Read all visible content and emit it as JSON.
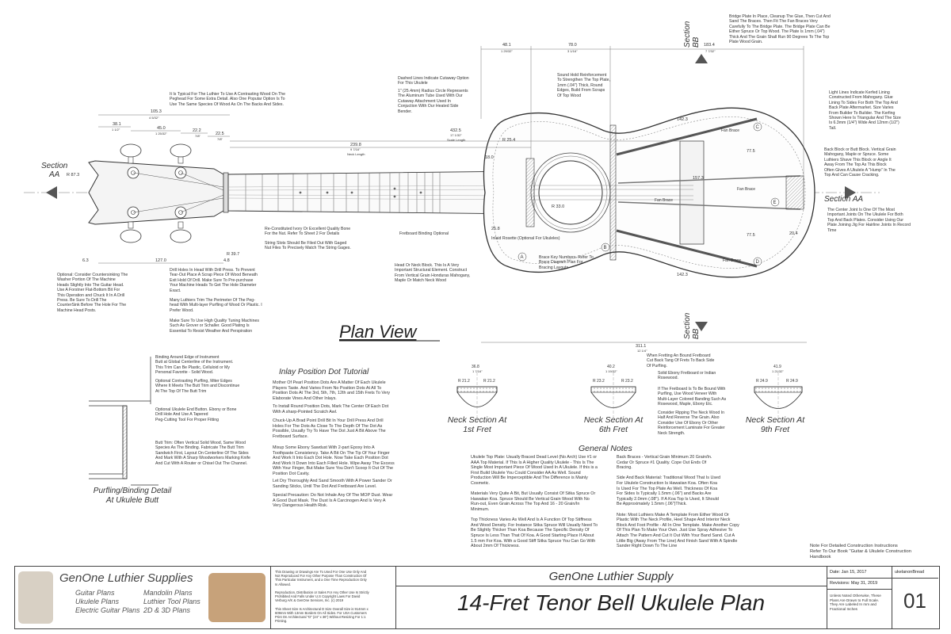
{
  "section_labels": {
    "aa": "Section\nAA",
    "bb": "Section\nBB"
  },
  "plan_view_title": "Plan View",
  "dimensions": {
    "d48_1": "48.1",
    "d48_1_in": "1 29/32\"",
    "d78_0": "78.0",
    "d78_0_in": "3 1/16\"",
    "d183_4": "183.4",
    "d183_4_in": "7 7/32\"",
    "d105_3": "105.3",
    "d105_3_in": "4 5/32\"",
    "d38_1": "38.1",
    "d38_1_in": "1 1/2\"",
    "d45_0": "45.0",
    "d45_0_in": "1 25/32\"",
    "d22_2": "22.2",
    "d22_2_in": "7/8\"",
    "d22_5": "22.5",
    "d22_5_in": "7/8\"",
    "d239_8": "239.8",
    "d239_8_in": "9 7/16\"",
    "neck_length": "Neck Length",
    "d432_5": "432.5",
    "d432_5_in": "17 1/32\"",
    "scale_length": "Scale Length",
    "r25_4": "R 25.4",
    "r87_3": "R 87.3",
    "r39_7": "R 39.7",
    "r33_0": "R 33.0",
    "d6_3": "6.3",
    "d127_0": "127.0",
    "d4_8": "4.8",
    "d142_3": "142.3",
    "d77_5": "77.5",
    "d157_3": "157.3",
    "d20_4": "20.4",
    "d25_8": "25.8",
    "d18_0": "18.0",
    "d311_1": "311.1",
    "d311_1_in": "12 1/4\"",
    "fan_brace": "Fan Brace"
  },
  "notes": {
    "headstock_wood": "It Is Typical For The Luthier To Use A Contrasting Wood On The\nPeghead For Some Extra Detail. Also One Popular Option Is To\nUse The Same Species Of Wood As On The Backs And Sides.",
    "cutaway": "Dashed Lines Indicate Cutaway Option\nFor This Ukulele",
    "radius_circle": "1\" (25.4mm) Radius Circle Represents\nThe Aluminum Tube Used With Our\nCutaway Attachment Used In\nConjuction With Our Heated Side\nBender.",
    "sound_hole": "Sound Hold Reinforcement\nTo Strengthen The Top Plate,\n1mm (.04\") Thick, Round\nEdges, Build From Scraps\nOf Top Wood",
    "bridge_plate": "Bridge Plate In Place, Cleanup The Glue, Then Cut And\nSand The Braces. Then Fit The Fan Braces Very\nCarefully To The Bridge Plate. The Bridge Plate Can Be\nEither Spruce Or Top Wood. The Plate Is 1mm (.04\")\nThick And The Grain Shall Run 90 Degrees To The Top\nPlate Wood Grain.",
    "kerfed_lining": "Light Lines Indicate Kerfed Lining\nConstructed From Mahogany. Glue\nLining To Sides For Both The Top And\nBack Plate Aftermarket. Size Varies\nFrom Builder To Builder. The Kerfing\nShown Here Is Triangular And The Size\nIs 6.3mm (1/4\") Wide And 12mm (1/2\")\nTall.",
    "back_block": "Back Block or Butt Block. Vertical Grain\nMahogany, Maple or Spruce. Some\nLuthiers Shave This Block or Angle It\nAway From The Top As This Block\nOften Gives A Ukulele A \"Hump\" In The\nTop And Can Cause Cracking.",
    "center_joint": "The Center Joint Is One Of The Most\nImportant Joints On The Ukulele For Both\nTop And Back Plates. Consider Using Our\nPlate Joining Jig For Hairline Joints In Record\nTime",
    "countersink": "Optional: Consider Countersinking The\nWasher Portion Of The Machine\nHeads Slightly Into The Guitar Head.\nUse A Forstner Flat-Bottom Bit For\nThis Operation and Chuck It In A Drill\nPress. Be Sure To Drill The\nCounterSink Before The Hole For The\nMachine Head Posts.",
    "drill_holes": "Drill Holes In Head With Drill Press. To Prevent\nTear-Out Place A Scrap Piece Of Wood Beneath\nExit Hold Of Drill. Make Sure To Pre-purchase\nYour Machine Heads To Get The Hole Diameter\nExact.",
    "trim_perimeter": "Many Luthiers Trim The Perimeter Of The Peg-\nhead With Multi-layer Purfling of Wood Or Plastic. I\nPrefer Wood.",
    "tuning_machines": "Make Sure To Use High Quality Tuning Machines\nSuch As Grover or Schaller. Good Plating Is\nEssential To Resist Weather And Perspiration",
    "nut_bone": "Re-Constituted Ivory Or Excellent Quality Bone\nFor the Nut. Refer To Sheet 2 For Details",
    "string_slots": "String Slots Should Be Filed Out With Gaged\nNut Files To Precisely Match The String Gages.",
    "fretboard_binding": "Fretboard Binding Optional",
    "inlaid_rosette": "Inlaid Rosette (Optional For Ukuleles)",
    "neck_block": "Head Or Neck Block. This Is A Very\nImportant Structural Element. Construct\nFrom Vertical Grain Honduras Mahogany,\nMaple Or Match Neck Wood",
    "brace_key": "Brace Key Numbers. Refer To\nBrace Diagram Plan For\nBracing Layouts",
    "binding_edge": "Binding Around Edge of Instrument\nButt at Global Centerline of the Instrument.\nThis Trim Can Be Plastic, Celluloid or My\nPersonal Favorite - Solid Wood.",
    "purfling_strip": "Optional Contrasting Purfling, Miter Edges\nWhere It Meets The Butt Trim and Discontinue\nAt The Top Of The Butt Trim",
    "end_button": "Optional Ukulele End Button. Ebony or Bone\nDrill Hole And Use A Tapered\nPeg-Cutting Tool For Proper Fitting",
    "butt_trim": "Butt Trim: Often Vertical Solid Wood, Same Wood\nSpecies As The Binding. Fabricate The Butt Trim\nSandwich First, Layout On Centerline Of The Sides\nAnd Mark With A Sharp Woodworkers Marking Knife\nAnd Cut With A Router or Chisel Out The Channel.",
    "fretting_note": "When Fretting An Bound Fretboard\nCut Back Tang Of Frets To Back Side\nOf Purfling.",
    "ebony_fretboard": "Solid Ebony Fretboard or Indian\nRosewood.",
    "bound_purfling": "If The Fretboard Is To Be Bound With\nPurfling, Use Wood Veneer With\nMulti-Layer Colored Banding Such As\nRosewood, Maple, Ebony Etc.",
    "ripping_neck": "Consider Ripping The Neck Wood In\nHalf And Reverse The Grain. Also\nConsider Use Of Ebony Or Other\nReinforcement Laminate For Greater\nNeck Strength.",
    "detailed_construction": "Note For Detailed Construction Instructions\nRefer To Our Book \"Guitar & Ukulele Construction\nHandbook"
  },
  "inlay": {
    "title": "Inlay Position Dot Tutorial",
    "p1": "Mother Of Pearl Position Dots Are A Matter Of Each Ukulele\nPlayers Taste. And Varies From No Position Dots At All To\nPosition Dots At The 3rd, 5th, 7th, 12th and 15th Frets To Very\nElaborate Vines And Other Inlays.",
    "p2": "To Install Round Position Dots, Mark The Center Of Each Dot\nWith A sharp-Pointed Scratch Awl.",
    "p3": "Chuck-Up A Brad Point Drill Bit In Your Drill Press And Drill\nHoles For The Dots As Close To The Depth Of The Dot As\nPossible, Usually Try To Have The Dot Just A Bit Above The\nFretboard Surface.",
    "p4": "Mixup Some Ebony Sawdust With 2-part Epoxy Into A\nToothpaste Consistency. Take A Bit On The Tip Of Your Finger\nAnd Work It Into Each Dot Hole. Now Take Each Position Dot\nAnd Work It Down Into Each Filled Hole. Wipe Away The Excess\nWith Your Finger, But Make Sure You Don't Scoop It Out Of The\nPosition Dot Cavity.",
    "p5": "Let Dry Thoroughly And Sand Smooth With A Power Sander Or\nSanding Sticks, Until The Dot And Fretboard Are Level.",
    "p6": "Special Precaution: Do Not Inhale Any Of The MOP Dust. Wear\nA Good Dust Mask. The Dust Is A Carcinogen And Is Very A\nVery Dangerous Health Risk."
  },
  "neck_sections": [
    {
      "title": "Neck Section At\n1st Fret",
      "width": "36.8",
      "width_in": "1 7/16\"",
      "r_left": "R 21.2",
      "r_right": "R 21.2"
    },
    {
      "title": "Neck Section At\n6th Fret",
      "width": "40.2",
      "width_in": "1 19/32\"",
      "r_left": "R 23.2",
      "r_right": "R 23.2"
    },
    {
      "title": "Neck Section At\n9th Fret",
      "width": "41.9",
      "width_in": "1 21/32\"",
      "r_left": "R 24.9",
      "r_right": "R 24.9"
    }
  ],
  "purfling_detail_title": "Purfling/Binding Detail\nAt Ukulele Butt",
  "general_notes": {
    "title": "General Notes",
    "left": "Ukulele Top Plate: Usually Braced Dead Level (No Arch) Use  #1 or\nAAA Top Material. If This Is A Higher Quality Ukulele - This Is The\nSingle Most Important Piece Of Wood Used In A Ukulele. If this is a\nFirst Build Ukulele You Could Consider AA As Well. Sound\nProduction Will Be Imperceptible And The Difference is Mainly\nCosmetic.\n\nMaterials Very Quite A Bit, But Usually Consist Of Sitka Spruce Or\nHawaiian Koa. Spruce Should Be Vertical Grain Wood With No\nRun-out, Even Grain Across The Top And 16 - 20 Grain/In\nMinimum.\n\nTop Thickness Varies As Well And Is A Function Of Top Stiffness\nAnd Wood Density. For Instance Sitka Spruce Will Usually Need To\nBe Slightly Thicker Than Koa Because The Specific Density Of\nSpruce Is Less Than That Of Koa. A Good Starting Place If About\n1.5 mm For Koa. With a Good Stiff Sitka Spruce You Can Go With\nAbout 2mm Of Thickness.",
    "right": "Back Braces - Vertical Grain Minimum 20 Grain/In.\nCedar Or Spruce #1 Quality. Cope Out Ends Of\nBracing.\n\nSide And Back Material: Traditional Wood That Is Used\nFor Ukulele Construction Is Hawaiian Koa. Often Koa\nIs Used For The Top Plate As Well. Thickness Of Koa\nFor Sides Is Typically 1.5mm (.06\") and Backs Are\nTypically 2.0mm (.08\"). If A Koa Top Is Used, It Should\nBe Approximately 1.5mm (.06\")Thick.\n\nNote: Most Luthiers Make A Template From Either Wood Or\nPlastic With The Neck Profile, Heel Shape And Interior Neck\nBlock And Foot Profile - All In One Template. Make Another Copy\nOf This Plan To Make Your Own. Just Use Spray Adhesive To\nAttach The Pattern And Cut It Out With Your Band Sand. Cut A\nLittle Big (Away From The Line) And Finish Sand With A Spindle\nSander Right Down To The Line"
  },
  "title_block": {
    "brand": "GenOne Luthier Supplies",
    "col1": "Guitar Plans\nUkulele Plans\nElectric Guitar Plans",
    "col2": "Mandolin Plans\nLuthier Tool Plans\n2D & 3D Plans",
    "legal": "This Drawing or Drawings Are To Used For One Use Only And\nNot Reproduced For Any Other Purpose Than Construction Of\nThis Particular Instrument, and a One Time Reproduction Only\nIs Allowed.\n\nReproduction, Distribution or Sales For Any Other Use Is Strictly\nProhibited And Falls Under U.S Copyright Laws For David\nVerburg A/K & GenOne Services, Inc. (c) 2019\n\nThis Sheet Size Is Architectural D Size Overall Size is 914mm x\n609mm With 13mm Borders On All Sides. For USA Customers\nPrint On Architectural \"D\" (24\" x 36\") Without Resizing For 1:1\nPrinting.",
    "company": "GenOne Luthier Supply",
    "plan_title": "14-Fret Tenor Bell Ukulele Plan",
    "date": "Date: Jan 15, 2017",
    "revisions": "Revisions: May 31, 2019",
    "file": "ukelanonBread",
    "units_note": "Unless Noted Otherwise, These\nPlans Are Drawn to Full Scale.\nThey Are Labeled In mm and\nFractional Inches",
    "sheet": "01"
  }
}
